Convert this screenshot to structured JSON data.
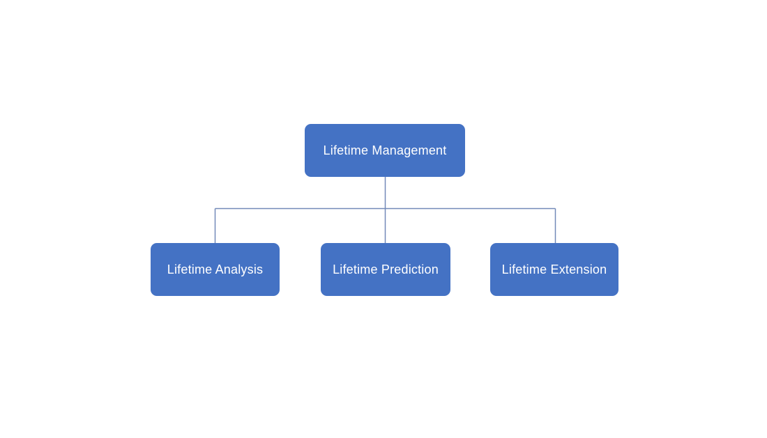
{
  "diagram": {
    "type": "hierarchy-org-chart",
    "root": {
      "label": "Lifetime Management"
    },
    "children": [
      {
        "label": "Lifetime Analysis"
      },
      {
        "label": "Lifetime Prediction"
      },
      {
        "label": "Lifetime Extension"
      }
    ],
    "colors": {
      "node_fill": "#4472C4",
      "node_text": "#FFFFFF",
      "connector": "#7289B8",
      "background": "#FFFFFF"
    }
  }
}
